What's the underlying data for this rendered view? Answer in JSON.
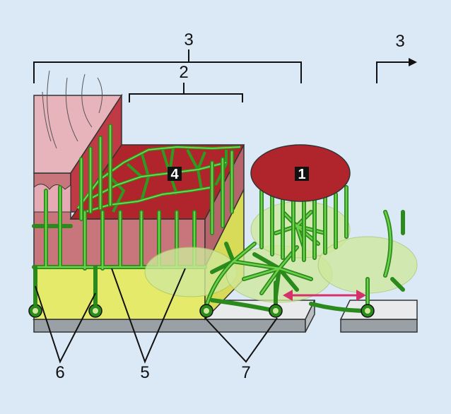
{
  "diagram": {
    "labels": {
      "one": "1",
      "two": "2",
      "three_left": "3",
      "three_right": "3",
      "four": "4",
      "five": "5",
      "six": "6",
      "seven": "7"
    },
    "colors": {
      "background": "#dbe8f6",
      "skin_top": "#e8b4bc",
      "dermis": "#c8767c",
      "muscle": "#b0252b",
      "subcutis": "#e6ea6a",
      "fascia": "#9aa1a6",
      "vessel": "#2a8a1c",
      "arrow": "#d4306a"
    }
  }
}
